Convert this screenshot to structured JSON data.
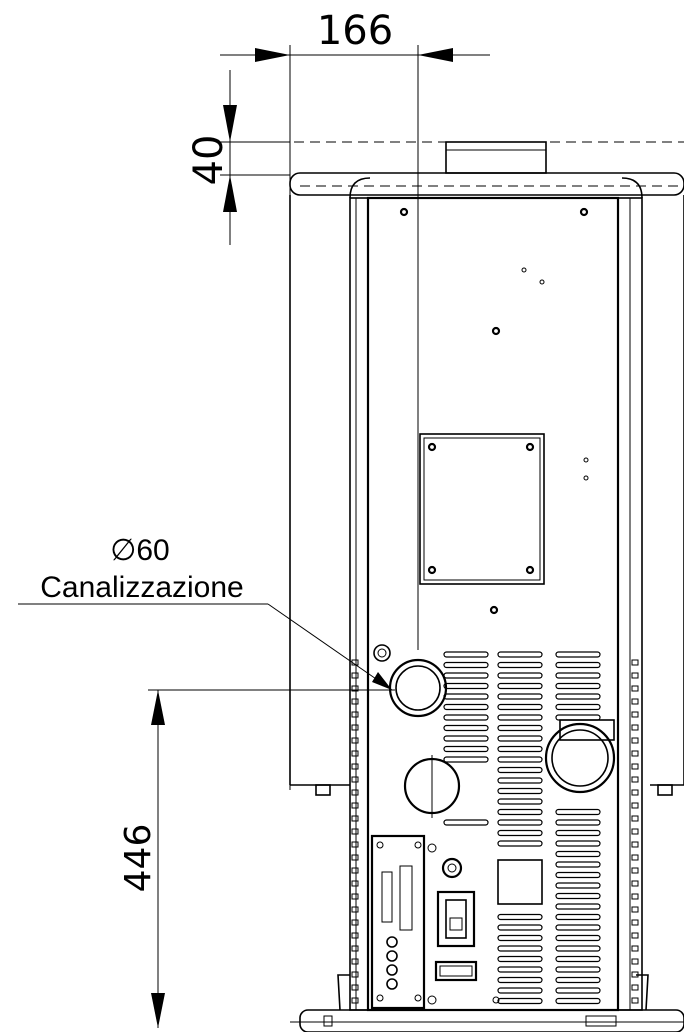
{
  "dimensions": {
    "top_horizontal": "166",
    "top_vertical": "40",
    "left_vertical": "446"
  },
  "callout": {
    "diameter": "∅60",
    "label": "Canalizzazione"
  },
  "colors": {
    "line": "#000000",
    "background": "#ffffff"
  }
}
